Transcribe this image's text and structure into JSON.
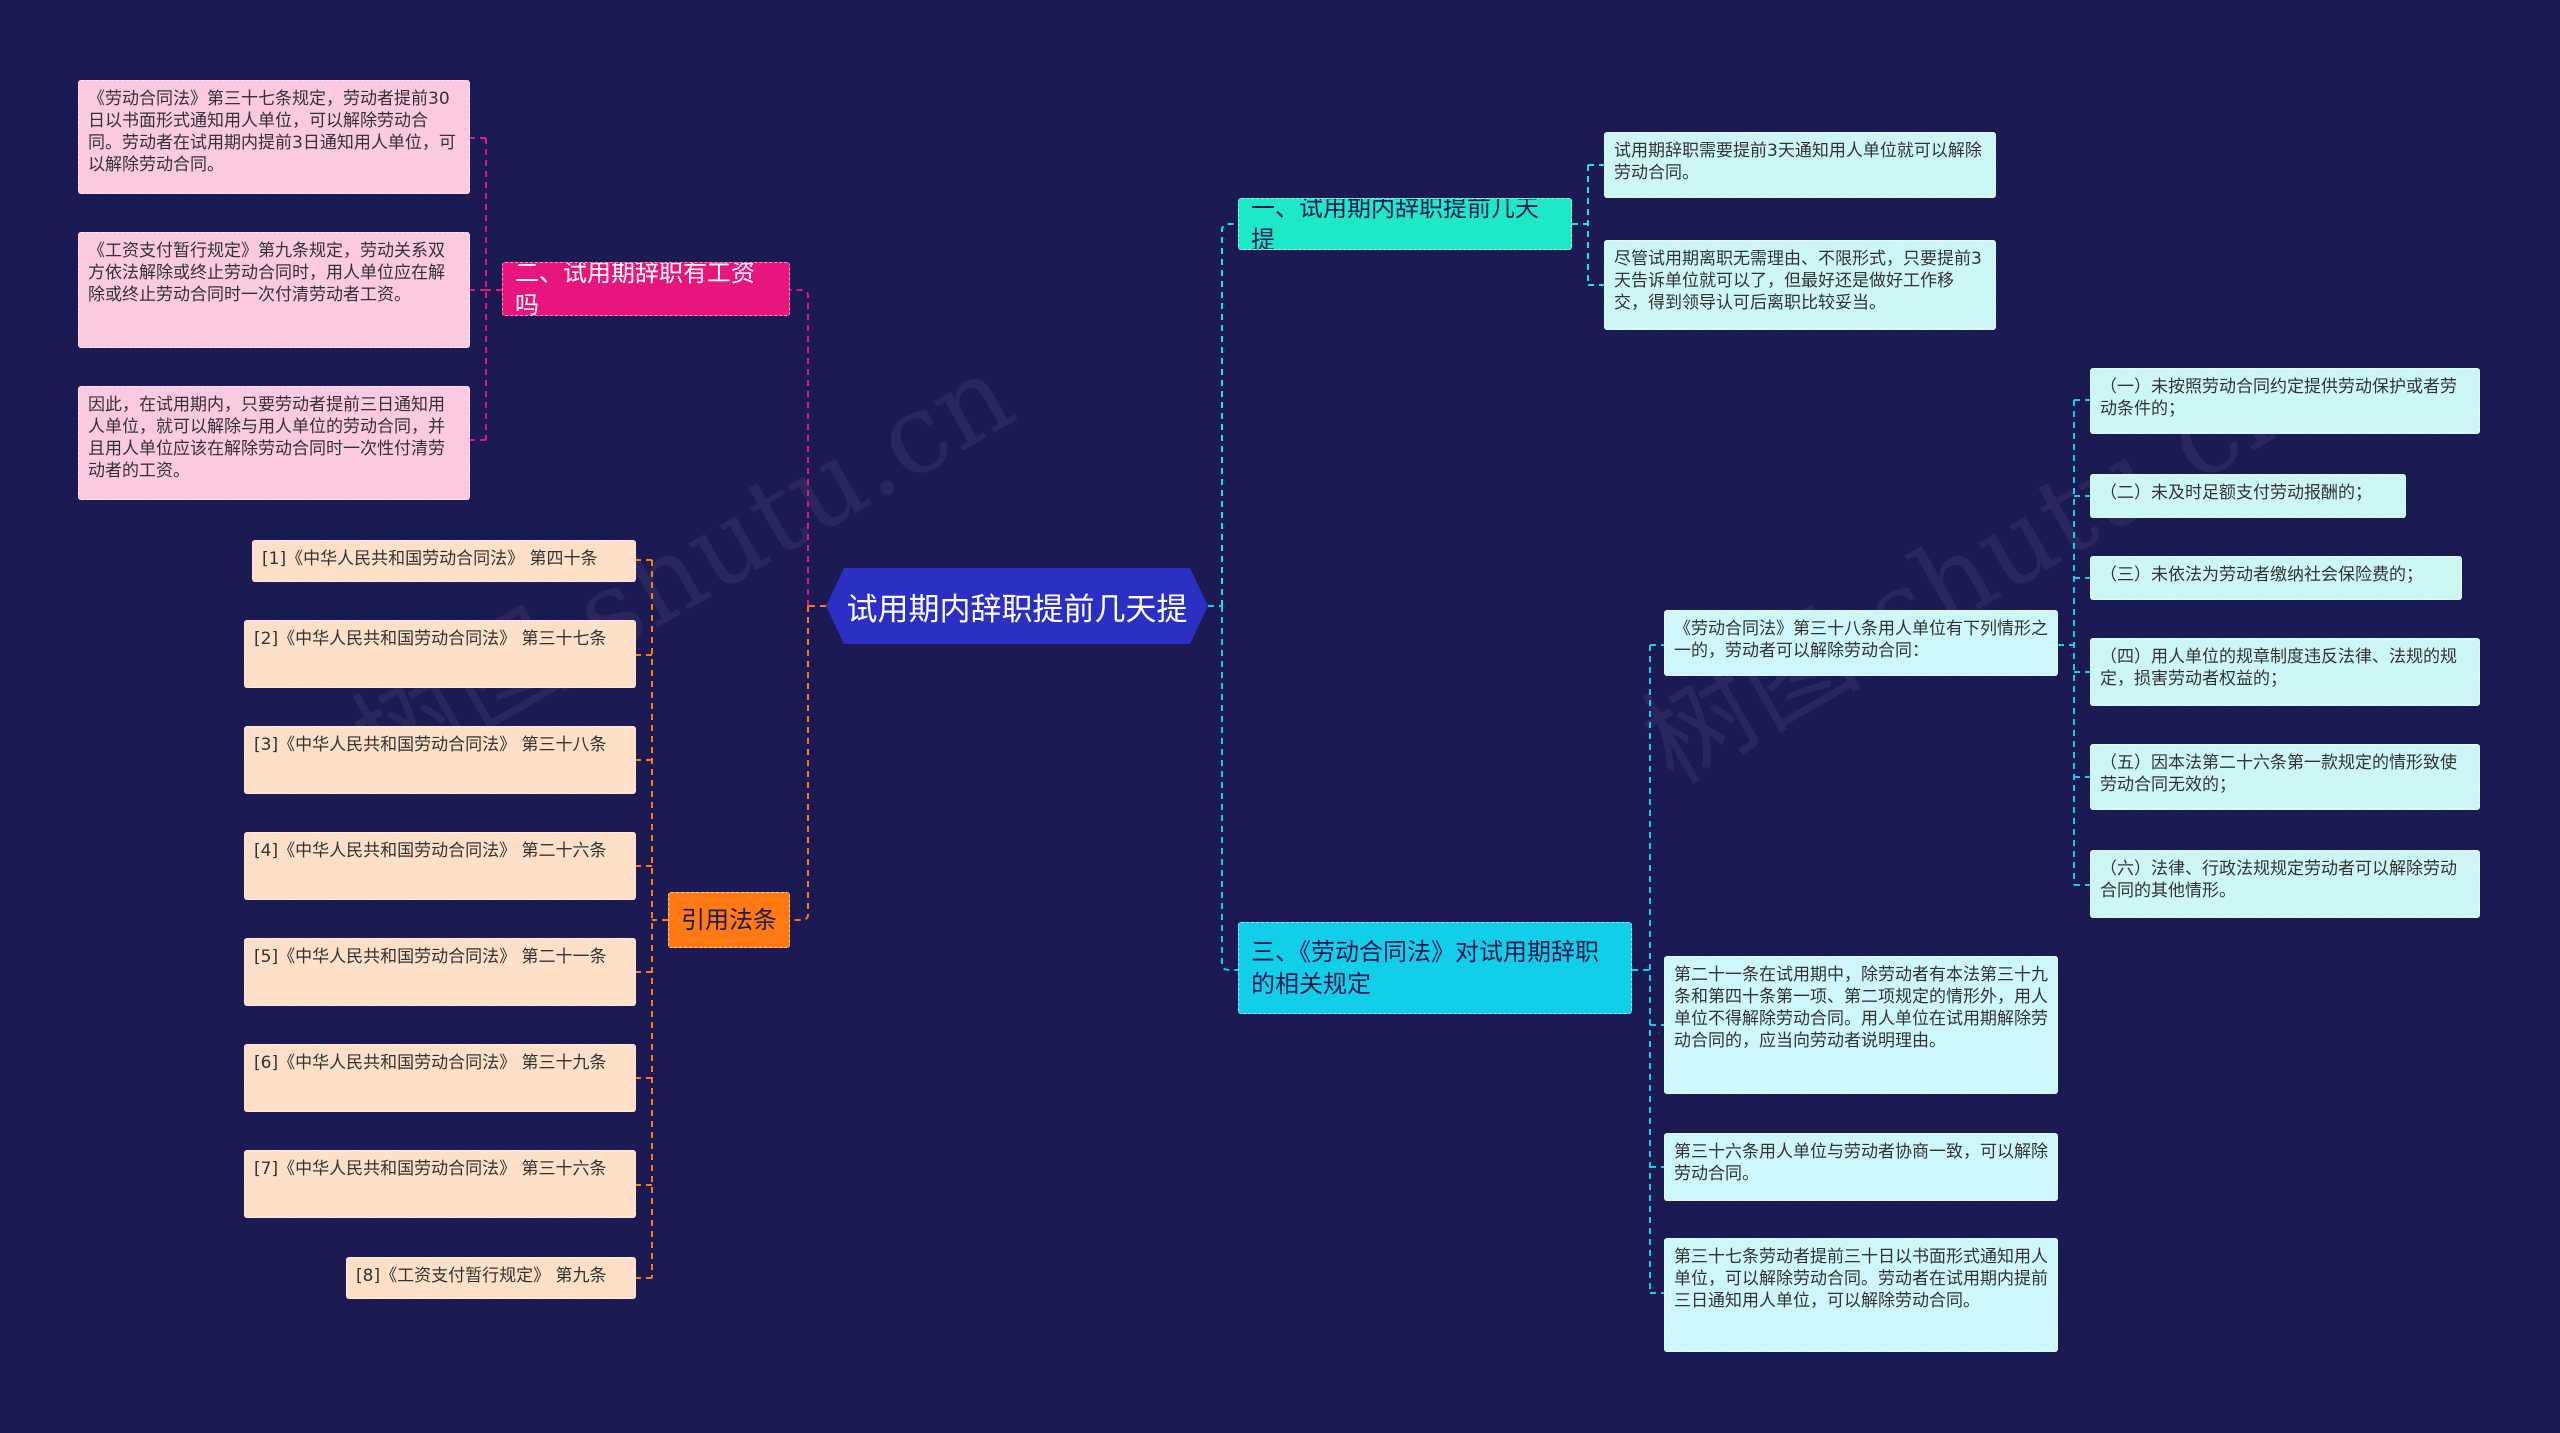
{
  "root": {
    "label": "试用期内辞职提前几天提"
  },
  "branch1": {
    "label": "一、试用期内辞职提前几天提",
    "items": [
      "试用期辞职需要提前3天通知用人单位就可以解除劳动合同。",
      "尽管试用期离职无需理由、不限形式，只要提前3天告诉单位就可以了，但最好还是做好工作移交，得到领导认可后离职比较妥当。"
    ]
  },
  "branch2": {
    "label": "二、试用期辞职有工资吗",
    "items": [
      "《劳动合同法》第三十七条规定，劳动者提前30日以书面形式通知用人单位，可以解除劳动合同。劳动者在试用期内提前3日通知用人单位，可以解除劳动合同。",
      "《工资支付暂行规定》第九条规定，劳动关系双方依法解除或终止劳动合同时，用人单位应在解除或终止劳动合同时一次付清劳动者工资。",
      "因此，在试用期内，只要劳动者提前三日通知用人单位，就可以解除与用人单位的劳动合同，并且用人单位应该在解除劳动合同时一次性付清劳动者的工资。"
    ]
  },
  "branch3": {
    "label": "三、《劳动合同法》对试用期辞职的相关规定",
    "art38": "《劳动合同法》第三十八条用人单位有下列情形之一的，劳动者可以解除劳动合同：",
    "art38_items": [
      "（一）未按照劳动合同约定提供劳动保护或者劳动条件的；",
      "（二）未及时足额支付劳动报酬的；",
      "（三）未依法为劳动者缴纳社会保险费的；",
      "（四）用人单位的规章制度违反法律、法规的规定，损害劳动者权益的；",
      "（五）因本法第二十六条第一款规定的情形致使劳动合同无效的；",
      "（六）法律、行政法规规定劳动者可以解除劳动合同的其他情形。"
    ],
    "others": [
      "第二十一条在试用期中，除劳动者有本法第三十九条和第四十条第一项、第二项规定的情形外，用人单位不得解除劳动合同。用人单位在试用期解除劳动合同的，应当向劳动者说明理由。",
      "第三十六条用人单位与劳动者协商一致，可以解除劳动合同。",
      "第三十七条劳动者提前三十日以书面形式通知用人单位，可以解除劳动合同。劳动者在试用期内提前三日通知用人单位，可以解除劳动合同。"
    ]
  },
  "branch4": {
    "label": "引用法条",
    "items": [
      "[1]《中华人民共和国劳动合同法》 第四十条",
      "[2]《中华人民共和国劳动合同法》 第三十七条",
      "[3]《中华人民共和国劳动合同法》 第三十八条",
      "[4]《中华人民共和国劳动合同法》 第二十六条",
      "[5]《中华人民共和国劳动合同法》 第二十一条",
      "[6]《中华人民共和国劳动合同法》 第三十九条",
      "[7]《中华人民共和国劳动合同法》 第三十六条",
      "[8]《工资支付暂行规定》 第九条"
    ]
  },
  "watermark": "树图 shutu.cn",
  "colors": {
    "background": "#1c1a53",
    "root": "#2b2fc4",
    "branch1": "#1de8c7",
    "branch2": "#e8157c",
    "branch3": "#12cfe9",
    "branch4": "#ff7a12"
  }
}
